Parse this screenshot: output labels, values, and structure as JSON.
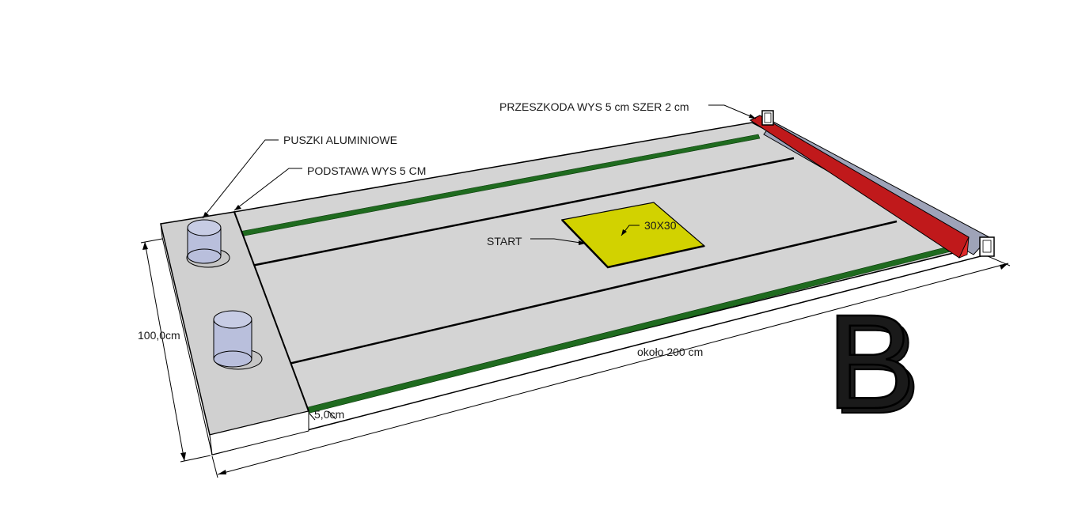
{
  "labels": {
    "cans": "PUSZKI ALUMINIOWE",
    "base": "PODSTAWA WYS 5 CM",
    "obstacle": "PRZESZKODA WYS 5 cm SZER 2 cm",
    "start": "START",
    "start_size": "30X30",
    "width_dim": "100,0cm",
    "length_dim": "około 200 cm",
    "thickness_dim": "5,0cm",
    "variant_letter": "B"
  },
  "colors": {
    "board": "#d4d4d4",
    "board_edge": "#bdbdbd",
    "green_strip": "#1f6b1f",
    "start_pad": "#d2d200",
    "obstacle": "#c0191b",
    "can": "#b9bfdc",
    "outline": "#000000"
  }
}
